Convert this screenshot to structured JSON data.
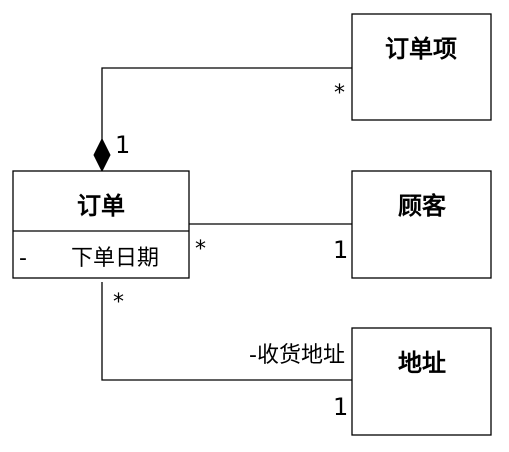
{
  "classes": {
    "order": {
      "name": "订单",
      "attribute_visibility": "-",
      "attribute_name": "下单日期"
    },
    "order_item": {
      "name": "订单项"
    },
    "customer": {
      "name": "顾客"
    },
    "address": {
      "name": "地址"
    }
  },
  "associations": {
    "order_item_composition": {
      "order_end_multiplicity": "1",
      "item_end_multiplicity": "*"
    },
    "order_customer": {
      "order_end_multiplicity": "*",
      "customer_end_multiplicity": "1"
    },
    "order_address": {
      "order_end_multiplicity": "*",
      "role_name": "-收货地址",
      "address_end_multiplicity": "1"
    }
  },
  "colors": {
    "line": "#000000",
    "box_fill": "#ffffff",
    "text": "#000000"
  }
}
